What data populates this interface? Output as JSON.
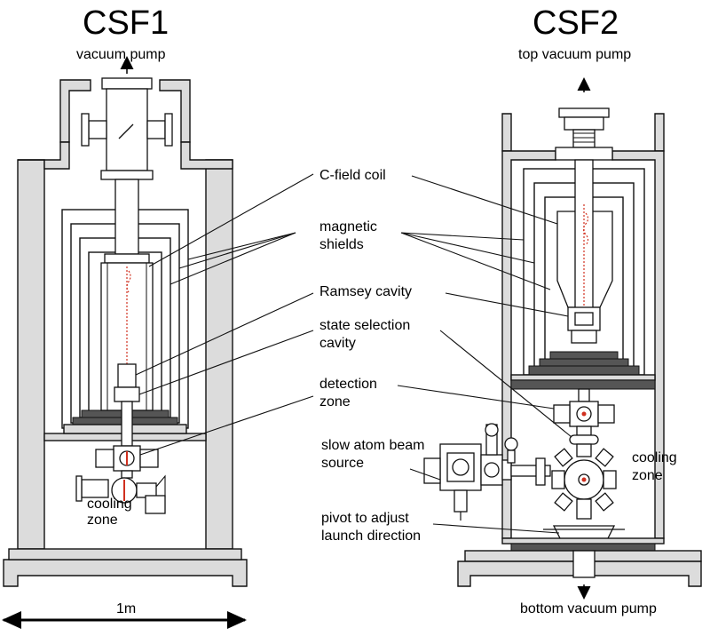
{
  "titles": {
    "left": "CSF1",
    "right": "CSF2"
  },
  "labels": {
    "vacuum_pump": "vacuum pump",
    "top_vacuum_pump": "top vacuum pump",
    "bottom_vacuum_pump": "bottom vacuum pump",
    "c_field_coil": "C-field coil",
    "magnetic_shields_1": "magnetic",
    "magnetic_shields_2": "shields",
    "ramsey_cavity": "Ramsey cavity",
    "state_selection_1": "state selection",
    "state_selection_2": "cavity",
    "detection_zone_1": "detection",
    "detection_zone_2": "zone",
    "slow_atom_beam_1": "slow atom beam",
    "slow_atom_beam_2": "source",
    "cooling_zone_left_1": "cooling",
    "cooling_zone_left_2": "zone",
    "cooling_zone_right_1": "cooling",
    "cooling_zone_right_2": "zone",
    "pivot_1": "pivot to adjust",
    "pivot_2": "launch direction",
    "scale": "1m"
  },
  "colors": {
    "frame_fill": "#dcdcdc",
    "outline": "#111111",
    "atom_trajectory": "#d0301f"
  }
}
